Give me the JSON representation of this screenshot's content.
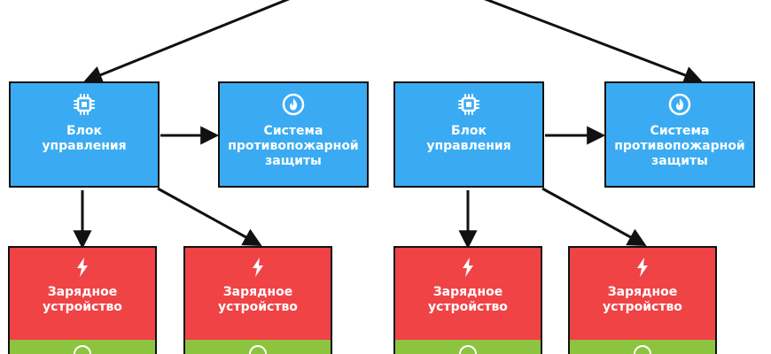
{
  "colors": {
    "control": "#3aabf3",
    "fire": "#3aabf3",
    "charger": "#f04346",
    "charger_band": "#8cc43f",
    "edge": "#111111"
  },
  "nodes": {
    "control_1": {
      "label": "Блок\nуправления",
      "icon": "chip-icon"
    },
    "fire_1": {
      "label": "Система\nпротивопожарной\nзащиты",
      "icon": "flame-icon"
    },
    "control_2": {
      "label": "Блок\nуправления",
      "icon": "chip-icon"
    },
    "fire_2": {
      "label": "Система\nпротивопожарной\nзащиты",
      "icon": "flame-icon"
    },
    "charger_1": {
      "label": "Зарядное\nустройство",
      "icon": "lightning-icon"
    },
    "charger_2": {
      "label": "Зарядное\nустройство",
      "icon": "lightning-icon"
    },
    "charger_3": {
      "label": "Зарядное\nустройство",
      "icon": "lightning-icon"
    },
    "charger_4": {
      "label": "Зарядное\nустройство",
      "icon": "lightning-icon"
    }
  },
  "edges": [
    [
      "source_top",
      "control_1"
    ],
    [
      "source_top",
      "fire_2"
    ],
    [
      "control_1",
      "fire_1"
    ],
    [
      "control_2",
      "fire_2"
    ],
    [
      "control_1",
      "charger_1"
    ],
    [
      "control_1",
      "charger_2"
    ],
    [
      "control_2",
      "charger_3"
    ],
    [
      "control_2",
      "charger_4"
    ]
  ]
}
